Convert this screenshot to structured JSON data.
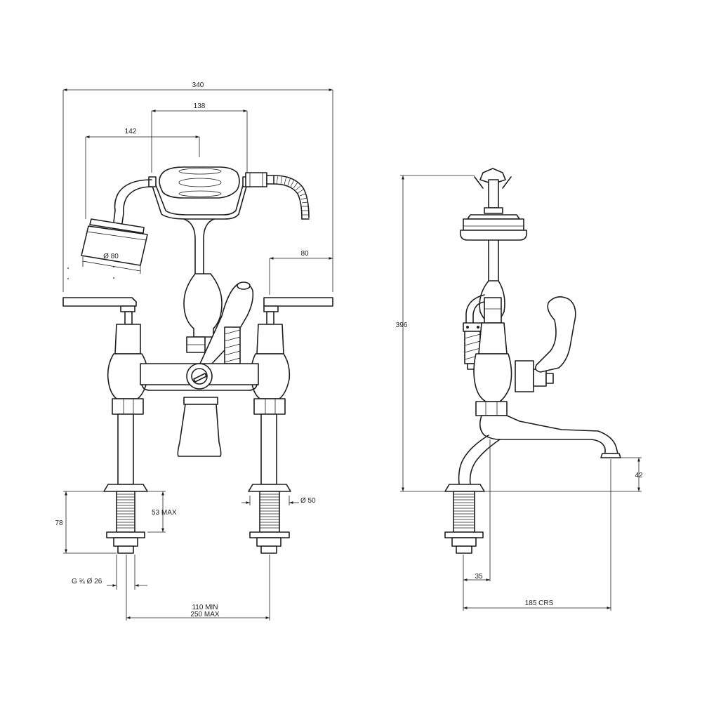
{
  "dimensions": {
    "overall_width": "340",
    "handle_centres": "138",
    "head_offset": "142",
    "head_diameter": "Ø 80",
    "lever_length": "80",
    "overall_height": "396",
    "thread_max": "53 MAX",
    "tail_length": "78",
    "flange_diameter": "Ø 50",
    "thread_spec": "G ¾  Ø 26",
    "centres_min": "110 MIN",
    "centres_max": "250 MAX",
    "spout_height": "42",
    "spout_offset": "35",
    "spout_reach": "185 CRS"
  },
  "colors": {
    "line": "#1e1e1e",
    "background": "#ffffff"
  }
}
